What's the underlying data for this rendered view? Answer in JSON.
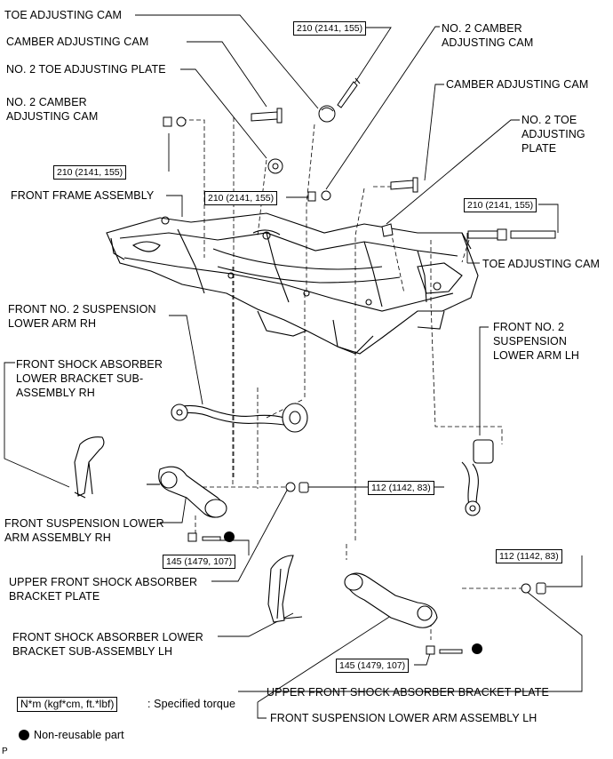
{
  "labels": {
    "toe_cam_top": "TOE ADJUSTING CAM",
    "camber_cam_left": "CAMBER ADJUSTING CAM",
    "no2_toe_plate_left": "NO. 2 TOE ADJUSTING PLATE",
    "no2_camber_cam_left": "NO. 2 CAMBER\nADJUSTING CAM",
    "no2_camber_cam_right": "NO. 2 CAMBER\nADJUSTING CAM",
    "camber_cam_right": "CAMBER ADJUSTING CAM",
    "no2_toe_plate_right": "NO. 2 TOE\nADJUSTING\nPLATE",
    "toe_cam_right": "TOE ADJUSTING CAM",
    "front_frame": "FRONT FRAME ASSEMBLY",
    "no2_lower_arm_rh": "FRONT NO. 2 SUSPENSION\nLOWER ARM RH",
    "no2_lower_arm_lh": "FRONT NO. 2\nSUSPENSION\nLOWER ARM LH",
    "shock_bracket_rh": "FRONT SHOCK ABSORBER\nLOWER BRACKET SUB-\nASSEMBLY RH",
    "lower_arm_rh": "FRONT SUSPENSION LOWER\nARM ASSEMBLY RH",
    "upper_plate_rh": "UPPER FRONT SHOCK ABSORBER\nBRACKET PLATE",
    "shock_bracket_lh": "FRONT SHOCK ABSORBER LOWER\nBRACKET SUB-ASSEMBLY LH",
    "upper_plate_lh": "UPPER FRONT SHOCK ABSORBER BRACKET PLATE",
    "lower_arm_lh": "FRONT SUSPENSION LOWER ARM ASSEMBLY LH"
  },
  "torques": {
    "t1": "210 (2141, 155)",
    "t2": "210 (2141, 155)",
    "t3": "210 (2141, 155)",
    "t4": "210 (2141, 155)",
    "t5": "112 (1142, 83)",
    "t6": "112 (1142, 83)",
    "t7": "145 (1479, 107)",
    "t8": "145 (1479, 107)"
  },
  "legend": {
    "torque_unit": "N*m (kgf*cm, ft.*lbf)",
    "torque_text": ": Specified torque",
    "nonreusable": "Non-reusable part"
  },
  "corner_mark": "P"
}
